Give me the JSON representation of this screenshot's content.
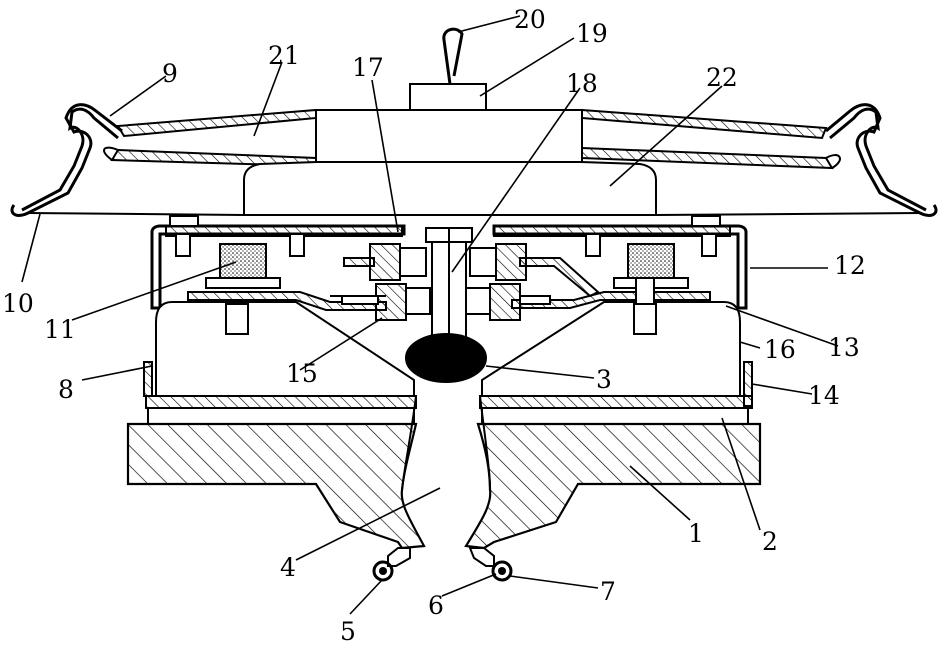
{
  "labels": {
    "l1": "1",
    "l2": "2",
    "l3": "3",
    "l4": "4",
    "l5": "5",
    "l6": "6",
    "l7": "7",
    "l8": "8",
    "l9": "9",
    "l10": "10",
    "l11": "11",
    "l12": "12",
    "l13": "13",
    "l14": "14",
    "l15": "15",
    "l16": "16",
    "l17": "17",
    "l18": "18",
    "l19": "19",
    "l20": "20",
    "l21": "21",
    "l22": "22"
  },
  "colors": {
    "line": "#000000",
    "background": "#ffffff"
  }
}
